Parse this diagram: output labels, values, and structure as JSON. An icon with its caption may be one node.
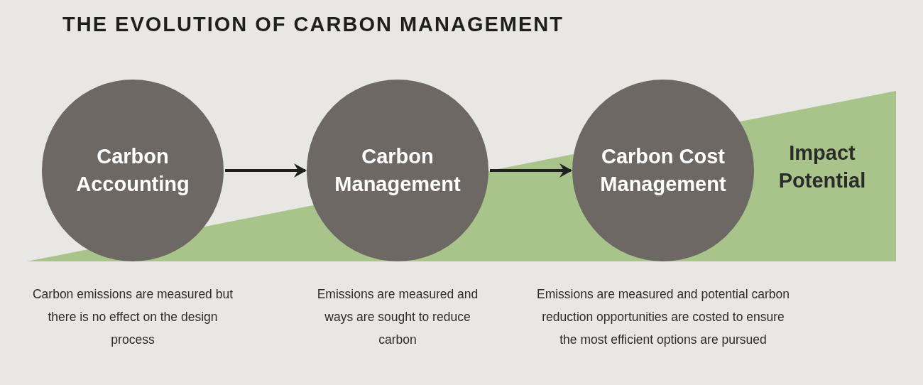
{
  "diagram": {
    "title": "THE EVOLUTION OF CARBON MANAGEMENT",
    "nodes": [
      {
        "text": [
          "Carbon Accounting"
        ],
        "beside": [
          "Carbon emissions are measured but there is no effect on the design process"
        ]
      },
      {
        "text": [
          "Carbon Management"
        ],
        "beside": [
          "Emissions are measured and ways are sought to reduce carbon"
        ]
      },
      {
        "text": [
          "Carbon Cost Management"
        ],
        "beside": [
          "Emissions are measured and potential carbon reduction opportunities are costed to ensure the most efficient options are pursued"
        ]
      }
    ],
    "edges": [
      {
        "from": 0,
        "to": 1,
        "arrow": "to"
      },
      {
        "from": 1,
        "to": 2,
        "arrow": "to"
      }
    ],
    "labels": [
      "Impact Potential"
    ]
  }
}
